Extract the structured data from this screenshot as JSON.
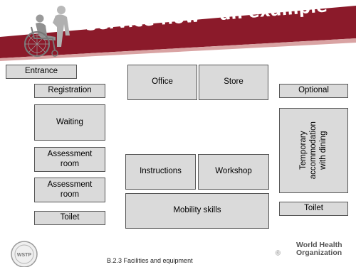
{
  "header": {
    "title": "Service flow – an example",
    "banner_color": "#8b1a2a"
  },
  "diagram": {
    "boxes": {
      "entrance": "Entrance",
      "registration": "Registration",
      "waiting": "Waiting",
      "assessment_1": "Assessment\nroom",
      "assessment_2": "Assessment\nroom",
      "toilet_left": "Toilet",
      "office": "Office",
      "store": "Store",
      "instructions": "Instructions",
      "workshop": "Workshop",
      "mobility_skills": "Mobility skills",
      "optional": "Optional",
      "temporary_accommodation": "Temporary\naccommodation\nwith dining",
      "toilet_right": "Toilet"
    }
  },
  "footer": {
    "caption": "B.2.3 Facilities and equipment",
    "wstp_logo": "WSTP",
    "who_line1": "World Health",
    "who_line2": "Organization"
  }
}
